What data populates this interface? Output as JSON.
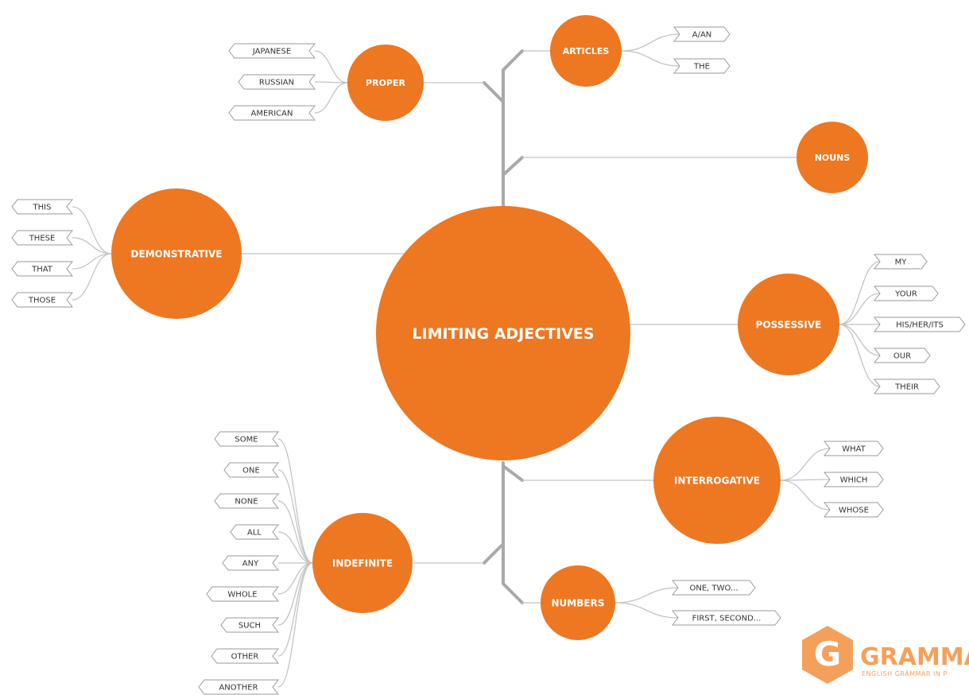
{
  "center": {
    "label": "LIMITING ADJECTIVES"
  },
  "categories": {
    "articles": {
      "label": "ARTICLES",
      "items": [
        "A/AN",
        "THE"
      ]
    },
    "proper": {
      "label": "PROPER",
      "items": [
        "JAPANESE",
        "RUSSIAN",
        "AMERICAN"
      ]
    },
    "nouns": {
      "label": "NOUNS",
      "items": []
    },
    "demonstrative": {
      "label": "DEMONSTRATIVE",
      "items": [
        "THIS",
        "THESE",
        "THAT",
        "THOSE"
      ]
    },
    "possessive": {
      "label": "POSSESSIVE",
      "items": [
        "MY",
        "YOUR",
        "HIS/HER/ITS",
        "OUR",
        "THEIR"
      ]
    },
    "interrogative": {
      "label": "INTERROGATIVE",
      "items": [
        "WHAT",
        "WHICH",
        "WHOSE"
      ]
    },
    "indefinite": {
      "label": "INDEFINITE",
      "items": [
        "SOME",
        "ONE",
        "NONE",
        "ALL",
        "ANY",
        "WHOLE",
        "SUCH",
        "OTHER",
        "ANOTHER"
      ]
    },
    "numbers": {
      "label": "NUMBERS",
      "items": [
        "ONE, TWO...",
        "FIRST, SECOND..."
      ]
    }
  },
  "logo": {
    "letter": "G",
    "name": "GRAMMA",
    "tagline": "ENGLISH GRAMMAR IN P"
  },
  "colors": {
    "node": "#ee7722",
    "leaf_border": "#9a9a9a",
    "connector": "#c4c4c4",
    "trunk": "#a9a9a9",
    "logo": "#f5a05a"
  }
}
